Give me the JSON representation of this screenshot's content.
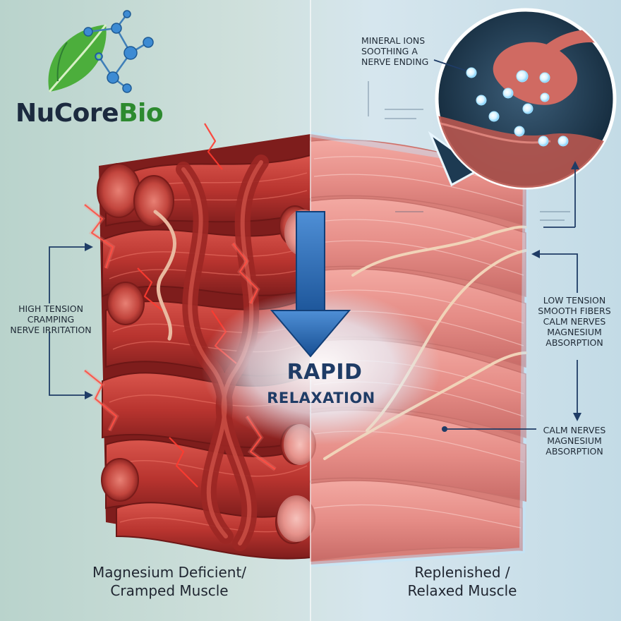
{
  "brand": {
    "name_part1": "NuCore",
    "name_part2": "Bio",
    "logo_icon": "leaf-molecule-logo-icon"
  },
  "callouts": {
    "mineral_ions": [
      "MINERAL IONS",
      "SOOTHING A",
      "NERVE ENDING"
    ],
    "left_tension": [
      "HIGH TENSION",
      "CRAMPING",
      "NERVE IRRITATION"
    ],
    "right_upper": [
      "LOW TENSION",
      "SMOOTH FIBERS",
      "CALM NERVES",
      "MAGNESIUM",
      "ABSORPTION"
    ],
    "right_lower": [
      "CALM NERVES",
      "MAGNESIUM",
      "ABSORPTION"
    ]
  },
  "center_banner": {
    "line1": "RAPID",
    "line2": "RELAXATION"
  },
  "captions": {
    "left": [
      "Magnesium Deficient/",
      "Cramped Muscle"
    ],
    "right": [
      "Replenished /",
      "Relaxed Muscle"
    ]
  },
  "colors": {
    "muscle_cramped": "#b8342f",
    "muscle_relaxed": "#e58c86",
    "arrow_blue": "#1f5fa8",
    "lightning": "#ff3b30",
    "brand_dark": "#1c2a3f",
    "brand_green": "#2d8a2f"
  }
}
